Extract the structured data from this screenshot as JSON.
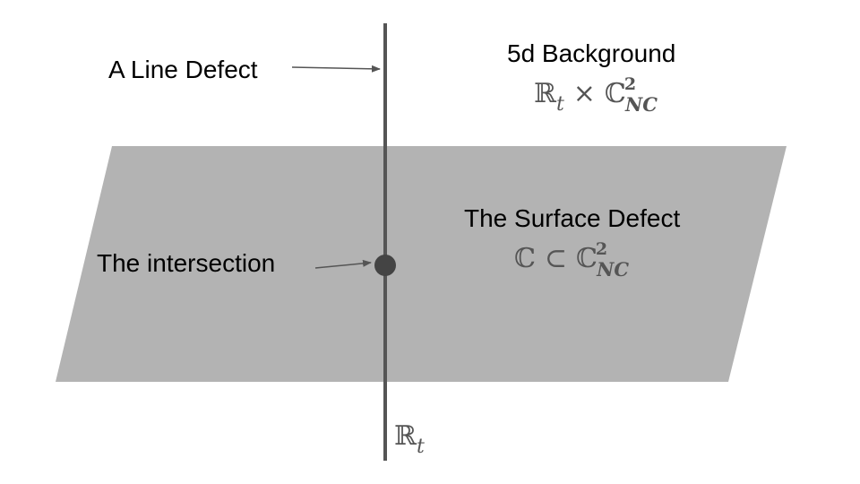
{
  "colors": {
    "plane_fill": "#b3b3b3",
    "line_stroke": "#555555",
    "point_fill": "#444444",
    "arrow_stroke": "#555555",
    "text": "#000000",
    "math_text": "#555555"
  },
  "labels": {
    "line_defect": "A Line Defect",
    "background_title": "5d Background",
    "surface_title": "The Surface Defect",
    "intersection": "The intersection"
  },
  "math": {
    "background": {
      "r_symbol": "ℝ",
      "t_sub": "t",
      "times": "×",
      "c_symbol": "ℂ",
      "sup": "2",
      "nc_sub": "NC"
    },
    "surface": {
      "c_symbol": "ℂ",
      "subset": "⊂",
      "c2_symbol": "ℂ",
      "sup": "2",
      "nc_sub": "NC"
    },
    "line_label": {
      "r_symbol": "ℝ",
      "t_sub": "t"
    }
  }
}
